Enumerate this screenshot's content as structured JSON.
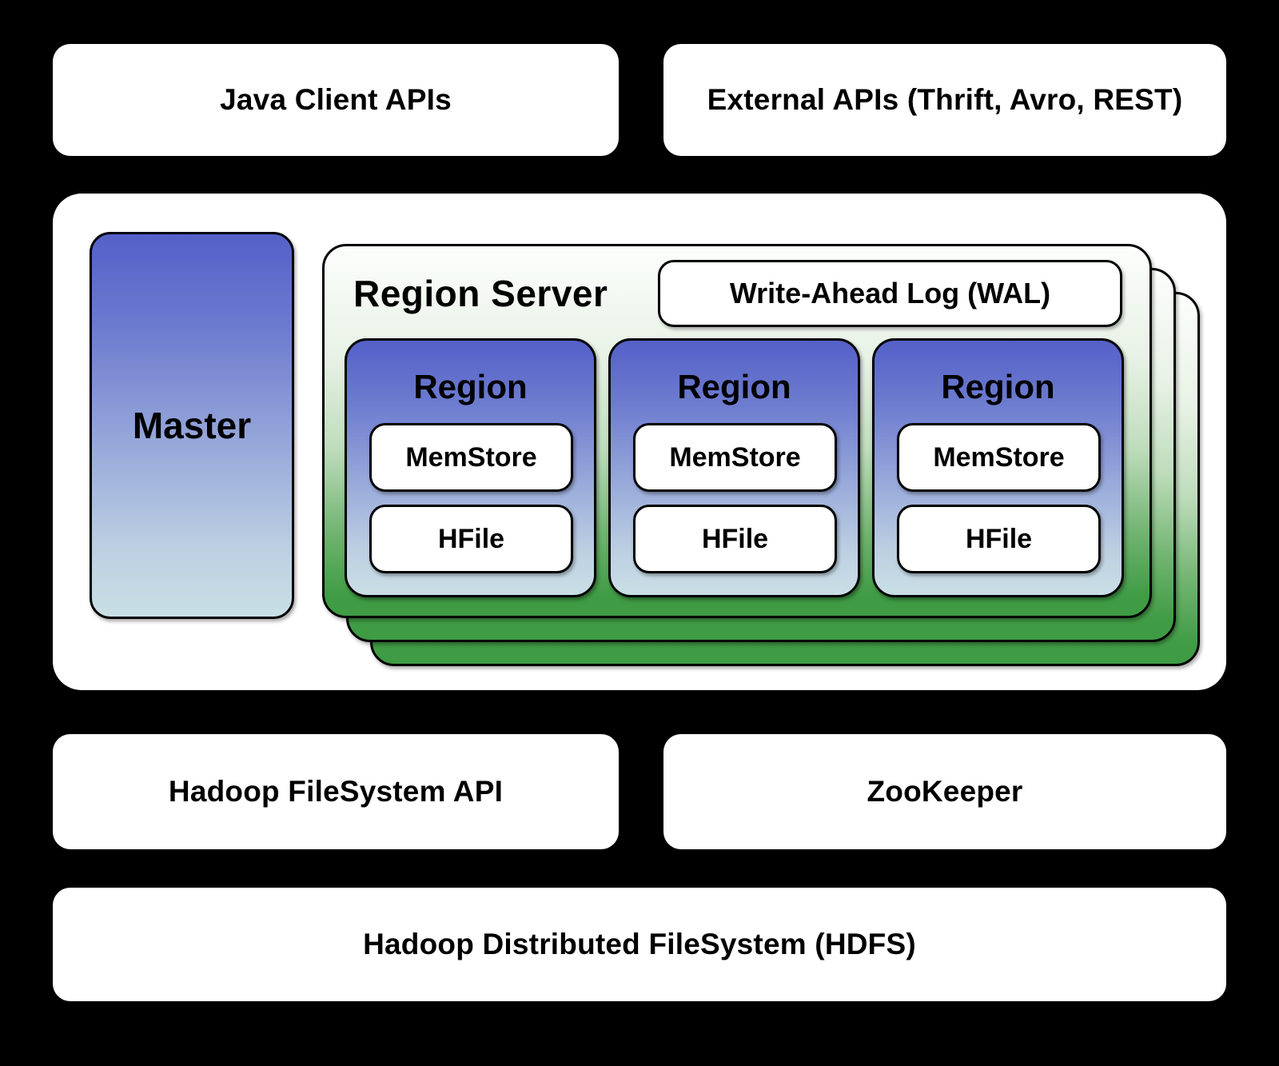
{
  "colors": {
    "background": "#000000",
    "box_fill": "#ffffff",
    "border": "#000000",
    "blue_gradient_top": "#5460c8",
    "blue_gradient_bottom": "#c9dfe5",
    "green_gradient_top": "#fcfefc",
    "green_gradient_bottom": "#3f9b44"
  },
  "top_row": {
    "java_client": "Java Client APIs",
    "external_apis": "External APIs (Thrift, Avro, REST)"
  },
  "cluster": {
    "master": "Master",
    "region_server": {
      "title": "Region Server",
      "wal": "Write-Ahead Log (WAL)",
      "stack_count": 3,
      "regions": [
        {
          "title": "Region",
          "memstore": "MemStore",
          "hfile": "HFile"
        },
        {
          "title": "Region",
          "memstore": "MemStore",
          "hfile": "HFile"
        },
        {
          "title": "Region",
          "memstore": "MemStore",
          "hfile": "HFile"
        }
      ]
    }
  },
  "bottom_row": {
    "hadoop_fs": "Hadoop FileSystem API",
    "zookeeper": "ZooKeeper"
  },
  "hdfs": "Hadoop Distributed FileSystem (HDFS)"
}
